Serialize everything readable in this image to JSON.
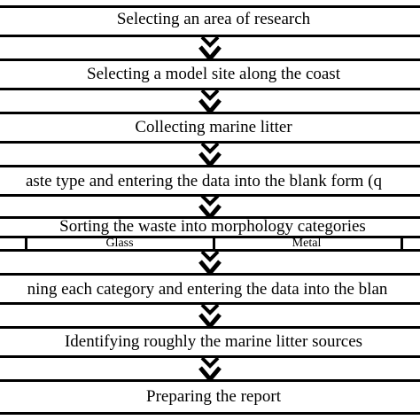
{
  "steps": [
    "Selecting an area of research",
    "Selecting a model site along the coast",
    "Collecting marine litter",
    "aste type and entering the data into the blank form (q",
    "Sorting the waste into morphology categories",
    "ning each category and entering the data into the blan",
    "Identifying  roughly the marine litter sources",
    "Preparing the report"
  ],
  "categories": [
    "Glass",
    "Metal"
  ]
}
